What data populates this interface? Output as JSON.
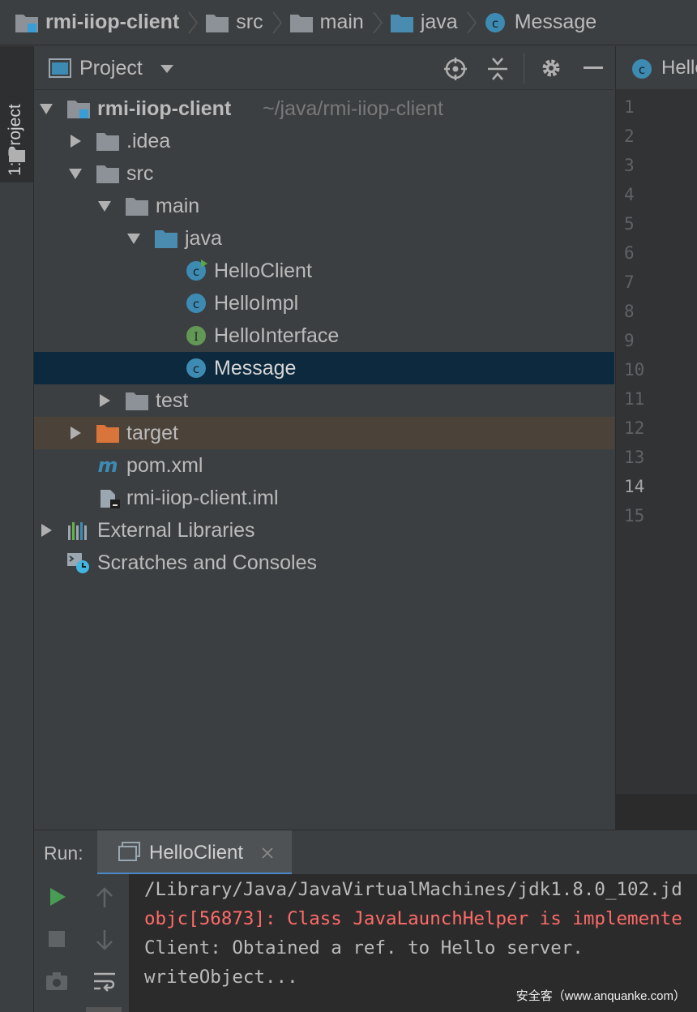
{
  "breadcrumb": {
    "items": [
      {
        "label": "rmi-iiop-client",
        "icon": "module-folder-icon"
      },
      {
        "label": "src",
        "icon": "folder-icon"
      },
      {
        "label": "main",
        "icon": "folder-icon"
      },
      {
        "label": "java",
        "icon": "source-folder-icon"
      },
      {
        "label": "Message",
        "icon": "class-icon"
      }
    ]
  },
  "tool_strip": {
    "project_tab_label": "1: Project"
  },
  "project_panel": {
    "title": "Project",
    "tree": [
      {
        "label": "rmi-iiop-client",
        "hint": "~/java/rmi-iiop-client",
        "icon": "module-folder-icon",
        "expanded": true
      },
      {
        "label": ".idea",
        "icon": "folder-icon",
        "expanded": false
      },
      {
        "label": "src",
        "icon": "folder-icon",
        "expanded": true
      },
      {
        "label": "main",
        "icon": "folder-icon",
        "expanded": true
      },
      {
        "label": "java",
        "icon": "source-folder-icon",
        "expanded": true
      },
      {
        "label": "HelloClient",
        "icon": "runnable-class-icon"
      },
      {
        "label": "HelloImpl",
        "icon": "class-icon"
      },
      {
        "label": "HelloInterface",
        "icon": "interface-icon"
      },
      {
        "label": "Message",
        "icon": "class-icon",
        "selected": true
      },
      {
        "label": "test",
        "icon": "folder-icon",
        "expanded": false
      },
      {
        "label": "target",
        "icon": "excluded-folder-icon",
        "expanded": false
      },
      {
        "label": "pom.xml",
        "icon": "maven-icon"
      },
      {
        "label": "rmi-iiop-client.iml",
        "icon": "iml-file-icon"
      },
      {
        "label": "External Libraries",
        "icon": "libraries-icon",
        "expanded": false
      },
      {
        "label": "Scratches and Consoles",
        "icon": "scratches-icon"
      }
    ]
  },
  "editor": {
    "tab_label": "Hello",
    "line_numbers": [
      "1",
      "2",
      "3",
      "4",
      "5",
      "6",
      "7",
      "8",
      "9",
      "10",
      "11",
      "12",
      "13",
      "14",
      "15"
    ],
    "current_line": "14"
  },
  "run_panel": {
    "label": "Run:",
    "tab_label": "HelloClient",
    "console_lines": [
      {
        "text": "/Library/Java/JavaVirtualMachines/jdk1.8.0_102.jd",
        "type": "normal"
      },
      {
        "text": "objc[56873]: Class JavaLaunchHelper is implemente",
        "type": "error"
      },
      {
        "text": "Client: Obtained a ref. to Hello server.",
        "type": "normal"
      },
      {
        "text": "writeObject...",
        "type": "normal"
      }
    ]
  },
  "watermark": "安全客（www.anquanke.com）",
  "colors": {
    "background": "#3c3f41",
    "selection": "#0d293e",
    "excluded": "#4b4339",
    "accent_blue": "#3d8bb3",
    "run_green": "#499c54",
    "error_red": "#ff6b68"
  }
}
